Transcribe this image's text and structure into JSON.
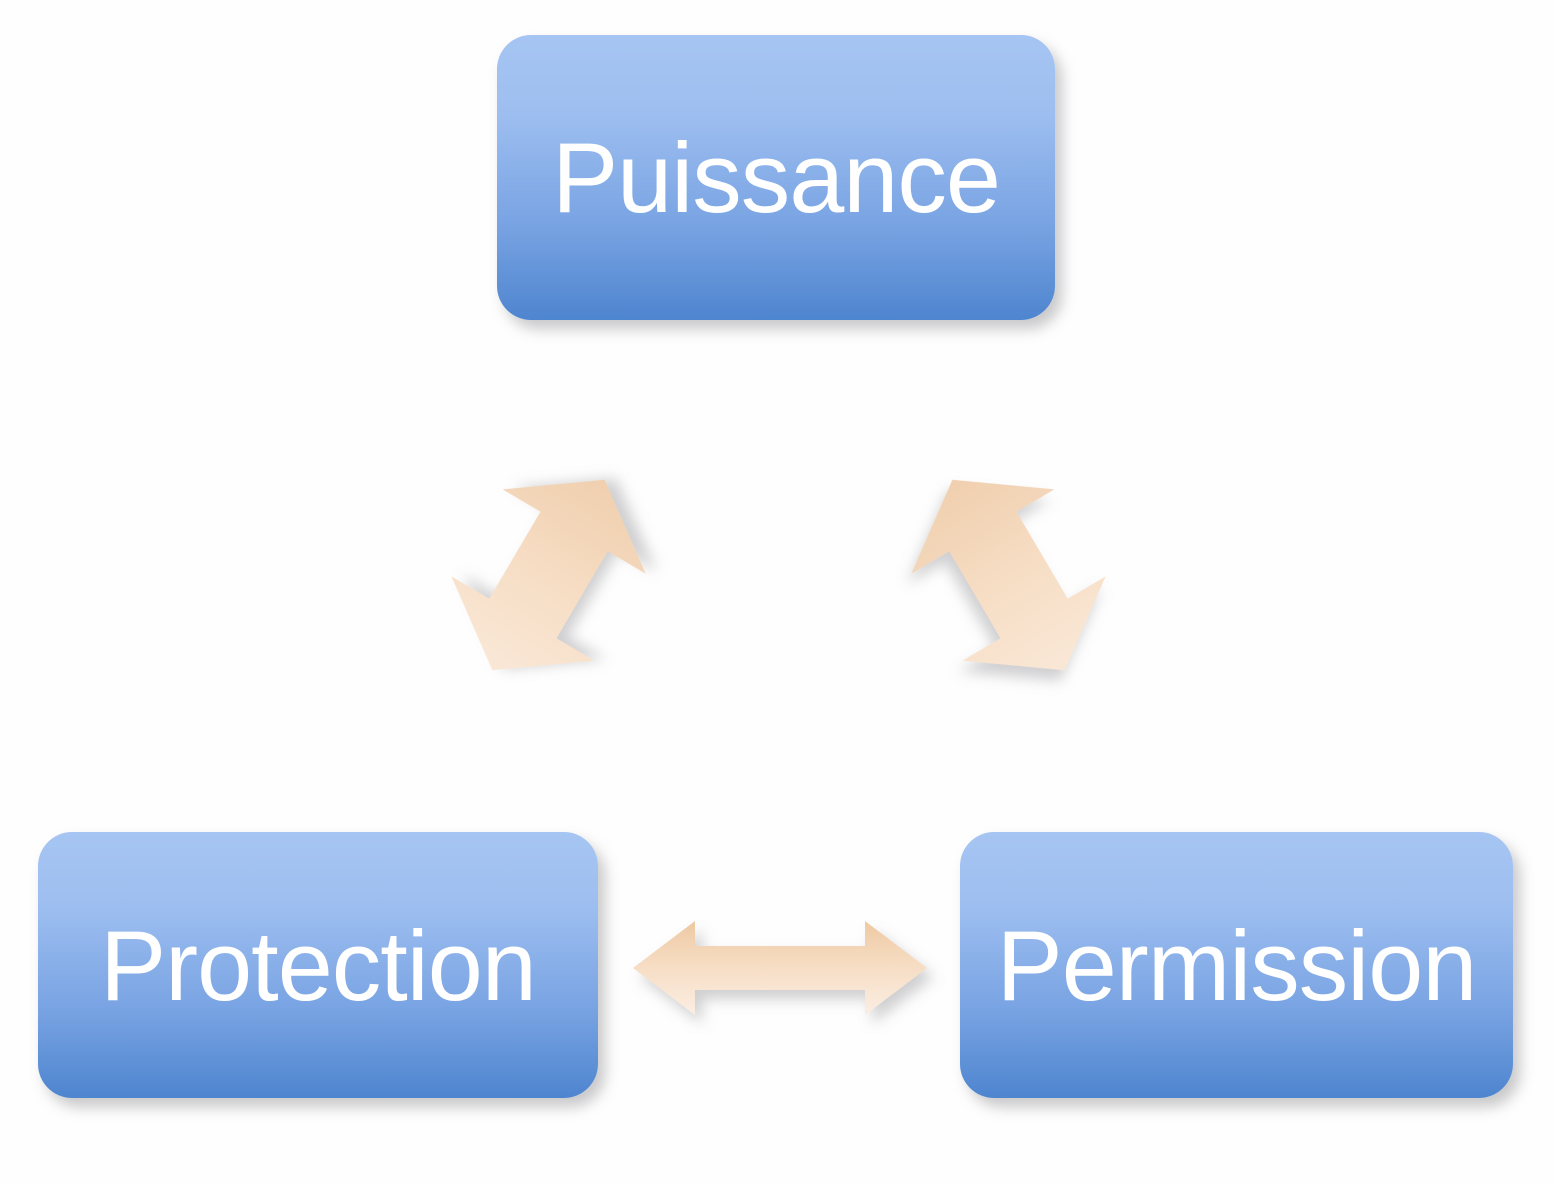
{
  "diagram": {
    "title": "Puissance - Protection - Permission triangle",
    "background_color": "#fefefe",
    "node_fill_top": "#a6c5f2",
    "node_fill_bottom": "#4e85cf",
    "node_text_color": "#ffffff",
    "arrow_fill_top": "#efcba6",
    "arrow_fill_bottom": "#faeadc",
    "nodes": [
      {
        "id": "puissance",
        "label": "Puissance",
        "position": "top"
      },
      {
        "id": "protection",
        "label": "Protection",
        "position": "bottom-left"
      },
      {
        "id": "permission",
        "label": "Permission",
        "position": "bottom-right"
      }
    ],
    "connectors": [
      {
        "id": "puissance-protection",
        "from": "puissance",
        "to": "protection",
        "style": "double-headed",
        "orientation": "diagonal-down-left"
      },
      {
        "id": "puissance-permission",
        "from": "puissance",
        "to": "permission",
        "style": "double-headed",
        "orientation": "diagonal-down-right"
      },
      {
        "id": "protection-permission",
        "from": "protection",
        "to": "permission",
        "style": "double-headed",
        "orientation": "horizontal"
      }
    ]
  }
}
